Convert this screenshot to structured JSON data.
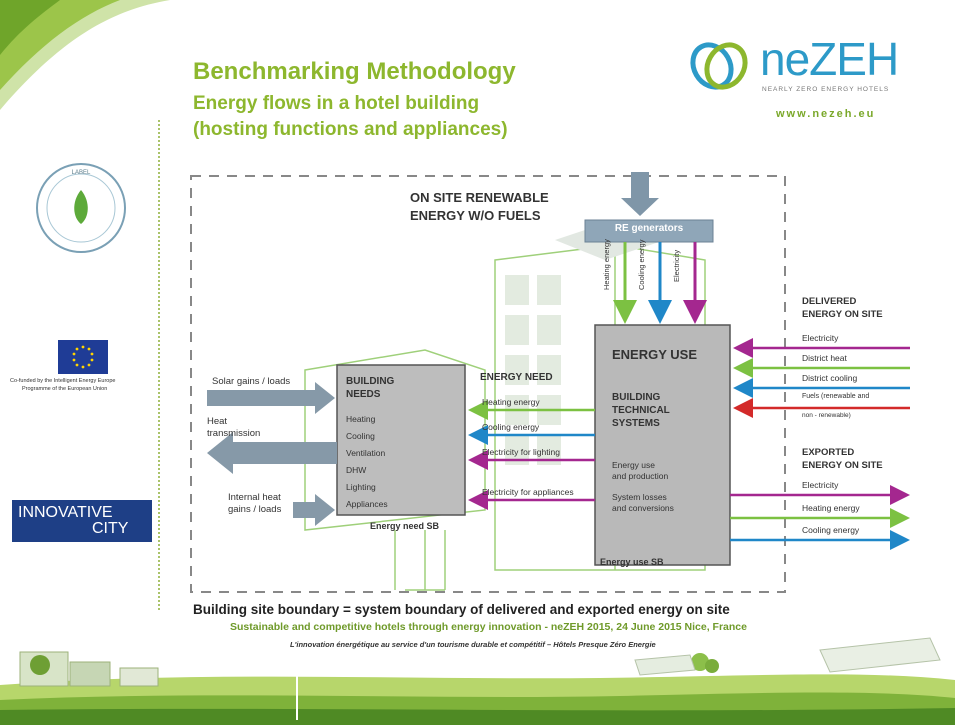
{
  "header": {
    "title": "Benchmarking Methodology",
    "subtitle_line1": "Energy flows in a hotel building",
    "subtitle_line2": "(hosting functions and appliances)"
  },
  "logo": {
    "brand": "neZEH",
    "tagline": "NEARLY ZERO ENERGY HOTELS",
    "url": "www.nezeh.eu"
  },
  "sidebar": {
    "label_badge_text": "LABEL",
    "eu_caption_line1": "Co-funded by the Intelligent Energy Europe",
    "eu_caption_line2": "Programme of the European Union",
    "innovative_line1": "INNOVATIVE",
    "innovative_line2": "CITY"
  },
  "diagram": {
    "on_site_renewable_line1": "ON SITE RENEWABLE",
    "on_site_renewable_line2": "ENERGY W/O FUELS",
    "re_generators": "RE generators",
    "re_outputs": [
      "Heating energy",
      "Cooling energy",
      "Electricity"
    ],
    "solar_gains": "Solar gains / loads",
    "heat_transmission_line1": "Heat",
    "heat_transmission_line2": "transmission",
    "internal_gains_line1": "Internal heat",
    "internal_gains_line2": "gains / loads",
    "building_needs_title_line1": "BUILDING",
    "building_needs_title_line2": "NEEDS",
    "building_needs_items": [
      "Heating",
      "Cooling",
      "Ventilation",
      "DHW",
      "Lighting",
      "Appliances"
    ],
    "energy_need_sb": "Energy need SB",
    "energy_need_title": "ENERGY NEED",
    "energy_need_items": [
      "Heating energy",
      "Cooling energy",
      "Electricity for lighting",
      "Electricity for appliances"
    ],
    "energy_use_title": "ENERGY USE",
    "bts_line1": "BUILDING",
    "bts_line2": "TECHNICAL",
    "bts_line3": "SYSTEMS",
    "energy_use_production_line1": "Energy use",
    "energy_use_production_line2": "and production",
    "system_losses_line1": "System losses",
    "system_losses_line2": "and conversions",
    "energy_use_sb": "Energy use SB",
    "delivered_title_line1": "DELIVERED",
    "delivered_title_line2": "ENERGY ON SITE",
    "delivered_items": [
      "Electricity",
      "District heat",
      "District cooling",
      "Fuels (renewable and",
      "non - renewable)"
    ],
    "exported_title_line1": "EXPORTED",
    "exported_title_line2": "ENERGY ON SITE",
    "exported_items": [
      "Electricity",
      "Heating energy",
      "Cooling energy"
    ]
  },
  "caption": {
    "boundary": "Building site boundary = system boundary of delivered and exported energy on site"
  },
  "footer": {
    "line1": "Sustainable and competitive hotels through energy innovation - neZEH 2015, 24 June 2015 Nice, France",
    "line2": "L'innovation énergétique au service d'un tourisme durable et compétitif – Hôtels Presque Zéro Energie"
  },
  "colors": {
    "heating": "#7cc142",
    "cooling": "#1f87c8",
    "electricity": "#a4278f",
    "fuels": "#d32a2a",
    "title_green": "#8db72e"
  }
}
